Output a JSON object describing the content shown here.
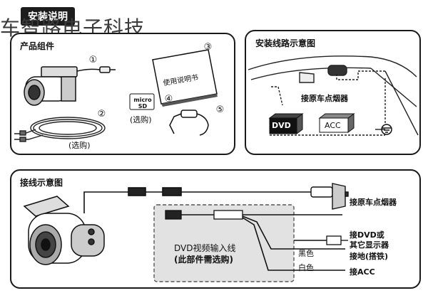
{
  "header": {
    "title": "安装说明",
    "watermark": "车智路电子科技"
  },
  "components": {
    "title": "产品组件",
    "items": [
      {
        "num": "①"
      },
      {
        "num": "②",
        "note": "(选购)"
      },
      {
        "num": "③",
        "manual_text": "使用说明书"
      },
      {
        "num": "④",
        "card_brand": "micro SD",
        "note": "(选购)"
      },
      {
        "num": "⑤"
      }
    ]
  },
  "install_diagram": {
    "title": "安装线路示意图",
    "cigarette_label": "接原车点烟器",
    "dvd_label": "DVD",
    "acc_label": "ACC"
  },
  "wiring": {
    "title": "接线示意图",
    "cigarette_label": "接原车点烟器",
    "dvd_input_label": "DVD视频输入线",
    "dvd_input_note": "(此部件需选购)",
    "connect_dvd": "接DVD或",
    "connect_dvd2": "其它显示器",
    "black": "黑色",
    "ground": "接地(搭铁)",
    "white": "白色",
    "acc": "接ACC"
  }
}
